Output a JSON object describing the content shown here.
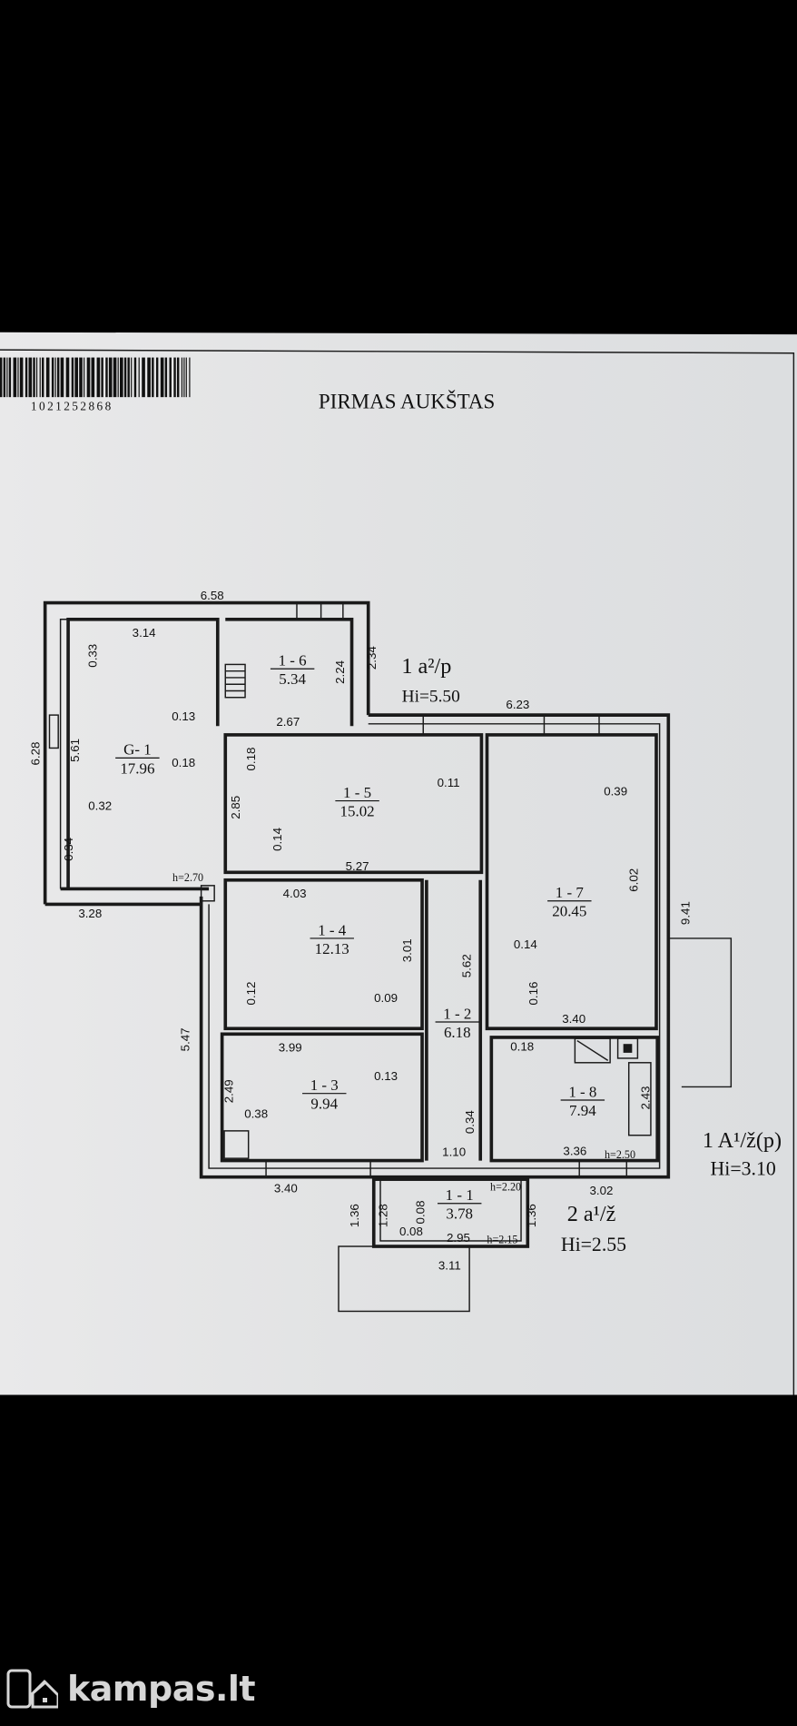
{
  "document": {
    "barcode_number": "1021252868",
    "title": "PIRMAS AUKŠTAS"
  },
  "rooms": [
    {
      "id": "G- 1",
      "area": "17.96"
    },
    {
      "id": "1 - 6",
      "area": "5.34"
    },
    {
      "id": "1 - 5",
      "area": "15.02"
    },
    {
      "id": "1 - 7",
      "area": "20.45"
    },
    {
      "id": "1 - 4",
      "area": "12.13"
    },
    {
      "id": "1 - 2",
      "area": "6.18"
    },
    {
      "id": "1 - 3",
      "area": "9.94"
    },
    {
      "id": "1 - 8",
      "area": "7.94"
    },
    {
      "id": "1 - 1",
      "area": "3.78"
    }
  ],
  "building_labels": {
    "a2p": "1 a²/p",
    "a2p_hi": "Hi=5.50",
    "A1zp": "1 A¹/ž(p)",
    "A1zp_hi": "Hi=3.10",
    "a1z": "2 a¹/ž",
    "a1z_hi": "Hi=2.55"
  },
  "dimensions": {
    "d658": "6.58",
    "d314": "3.14",
    "d033": "0.33",
    "d224": "2.24",
    "d234": "2.34",
    "d623": "6.23",
    "d013a": "0.13",
    "d267": "2.67",
    "d628": "6.28",
    "d561": "5.61",
    "d018a": "0.18",
    "d018b": "0.18",
    "d011": "0.11",
    "d039": "0.39",
    "d285": "2.85",
    "d032": "0.32",
    "d014a": "0.14",
    "d034a": "0.34",
    "d527": "5.27",
    "h270": "h=2.70",
    "d403": "4.03",
    "d602": "6.02",
    "d941": "9.41",
    "d328": "3.28",
    "d301": "3.01",
    "d014b": "0.14",
    "d562": "5.62",
    "d012": "0.12",
    "d009": "0.09",
    "d016": "0.16",
    "d340a": "3.40",
    "d547": "5.47",
    "d399": "3.99",
    "d018c": "0.18",
    "d013b": "0.13",
    "d249": "2.49",
    "d038": "0.38",
    "d243": "2.43",
    "d034b": "0.34",
    "d110": "1.10",
    "d336": "3.36",
    "h250": "h=2.50",
    "d340b": "3.40",
    "h220": "h=2.20",
    "d302": "3.02",
    "d136a": "1.36",
    "d128": "1.28",
    "d008a": "0.08",
    "d136b": "1.36",
    "d008b": "0.08",
    "d295": "2.95",
    "h215": "h=2.15",
    "d311": "3.11"
  },
  "watermark": {
    "brand": "kampas.lt"
  },
  "colors": {
    "paper": "#e4e5e6",
    "ink": "#1a1a1a",
    "background": "#000000",
    "logo": "#d6d6d6"
  }
}
